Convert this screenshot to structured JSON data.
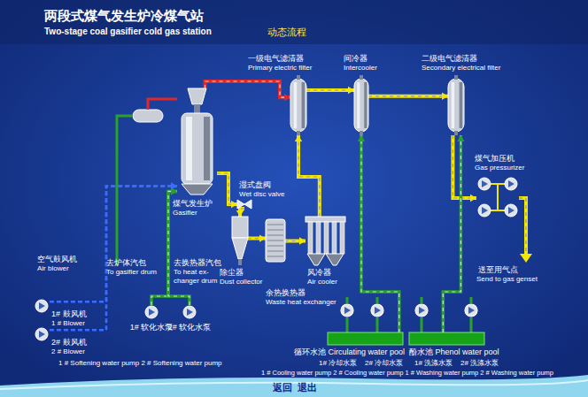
{
  "diagram": {
    "title": "两段式煤气发生炉冷煤气站",
    "nodes": [
      {
        "text": [
          "一级电气滤清器",
          "Primary electric filter"
        ]
      },
      {
        "text": [
          "间冷器",
          "Intercooler"
        ]
      },
      {
        "text": [
          "二级电气滤清器",
          "Secondary electrical filter"
        ]
      },
      {
        "text": [
          "煤气加压机",
          "Gas pressurizer"
        ]
      },
      {
        "text": [
          "煤气发生炉",
          "Gasifier"
        ]
      },
      {
        "text": [
          "湿式盘阀",
          "Wet disc valve"
        ]
      },
      {
        "text": [
          "除尘器",
          "Dust collector"
        ]
      },
      {
        "text": [
          "余热换热器",
          "Waste heat exchanger"
        ]
      },
      {
        "text": [
          "风冷器",
          "Air cooler"
        ]
      },
      {
        "text": [
          "1# 鼓风机",
          "1 # Blower"
        ]
      },
      {
        "text": [
          "2# 鼓风机",
          "2 # Blower"
        ]
      },
      {
        "text": [
          "1# 软化水泵"
        ]
      },
      {
        "text": [
          "2# 软化水泵"
        ]
      },
      {
        "text": [
          "循环水池 Circulating water pool"
        ]
      },
      {
        "text": [
          "酚水池 Phenol water pool"
        ]
      }
    ],
    "edges": [
      {
        "from": 4,
        "to": 5,
        "arrow": "to"
      },
      {
        "from": 5,
        "to": 6,
        "arrow": "to"
      },
      {
        "from": 6,
        "to": 7,
        "arrow": "to"
      },
      {
        "from": 7,
        "to": 8,
        "arrow": "to"
      },
      {
        "from": 8,
        "to": 0,
        "arrow": "to"
      },
      {
        "from": 4,
        "to": 0,
        "arrow": "to"
      },
      {
        "from": 0,
        "to": 1,
        "arrow": "to"
      },
      {
        "from": 1,
        "to": 2,
        "arrow": "to"
      },
      {
        "from": 2,
        "to": 3,
        "arrow": "to"
      },
      {
        "from": 9,
        "to": 4,
        "arrow": "to"
      },
      {
        "from": 10,
        "to": 4,
        "arrow": "to"
      },
      {
        "from": 11,
        "to": 4,
        "arrow": "to"
      },
      {
        "from": 12,
        "to": 4,
        "arrow": "to"
      },
      {
        "from": 13,
        "to": 1,
        "arrow": "to"
      },
      {
        "from": 14,
        "to": 2,
        "arrow": "to"
      }
    ],
    "labels": [
      "Two-stage coal gasifier cold gas station",
      "动态流程",
      "空气鼓风机",
      "Air blower",
      "去炉体汽包",
      "To gasifier drum",
      "去换热器汽包",
      "To heat ex- changer drum",
      "送至用气点",
      "Send to gas genset",
      "1 # Softening water pump 2 # Softening water pump",
      "1# 冷却水泵",
      "2# 冷却水泵",
      "1# 洗涤水泵",
      "2# 洗涤水泵",
      "1 # Cooling water pump 2 # Cooling water pump 1 # Washing water pump 2 # Washing water pump",
      "返回",
      "退出"
    ]
  }
}
